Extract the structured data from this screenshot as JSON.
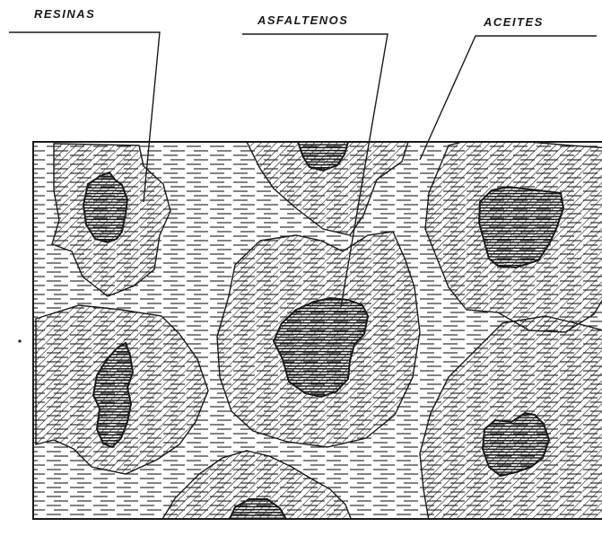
{
  "labels": {
    "resinas": "RESINAS",
    "asfaltenos": "ASFALTENOS",
    "aceites": "ACEITES"
  },
  "colors": {
    "ink": "#1a1a1a",
    "background": "#ffffff"
  },
  "diagram": {
    "regions": [
      "oil-matrix",
      "resin-halo",
      "asphaltene-core"
    ]
  }
}
